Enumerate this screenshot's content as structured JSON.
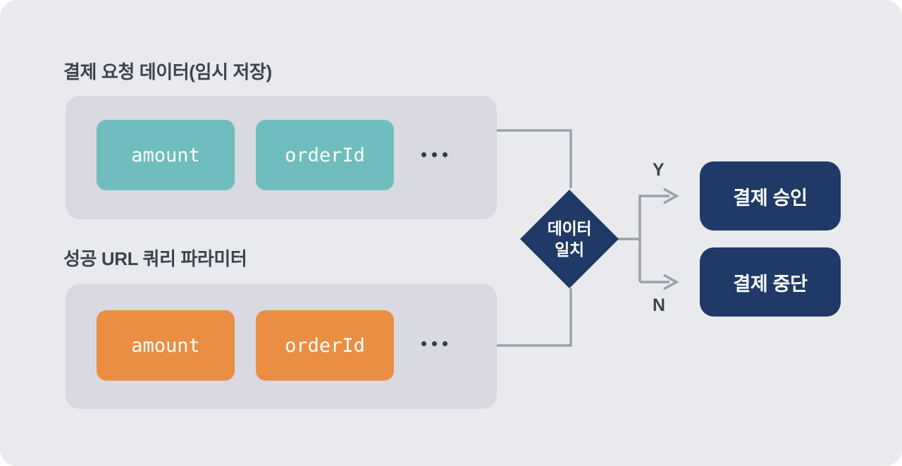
{
  "colors": {
    "background": "#e9eaee",
    "container": "#d8d9e1",
    "teal_field": "#6fbdbe",
    "orange_field": "#ea8e44",
    "navy": "#1f3a66",
    "connector": "#9aa0a8",
    "title_text": "#3d434e"
  },
  "top_group": {
    "title": "결제 요청 데이터(임시 저장)",
    "fields": [
      "amount",
      "orderId"
    ],
    "ellipsis": "..."
  },
  "bottom_group": {
    "title": "성공 URL 쿼리 파라미터",
    "fields": [
      "amount",
      "orderId"
    ],
    "ellipsis": "..."
  },
  "decision": {
    "label": "데이터\n일치"
  },
  "branches": {
    "yes_label": "Y",
    "no_label": "N"
  },
  "outcomes": {
    "approve": "결제 승인",
    "abort": "결제 중단"
  }
}
